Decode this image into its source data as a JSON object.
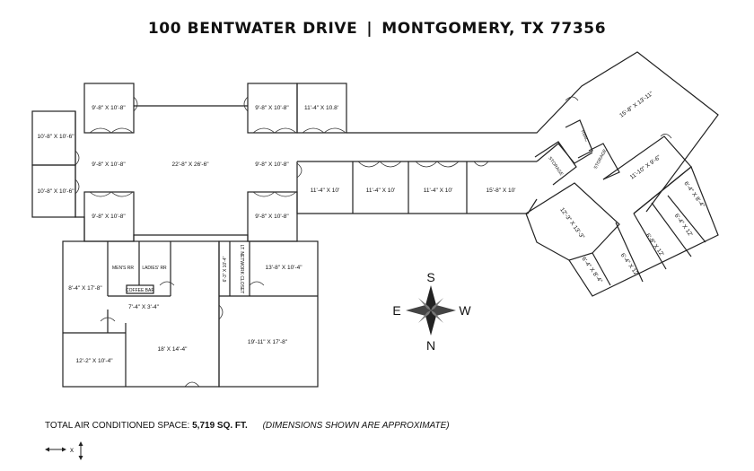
{
  "header": {
    "address": "100 BENTWATER DRIVE",
    "separator": "|",
    "city": "MONTGOMERY, TX 77356"
  },
  "rooms": {
    "r_top1": "9'-8\" X 10'-8\"",
    "r_left1": "10'-8\" X 10'-6\"",
    "r_left2": "10'-8\" X 10'-6\"",
    "r_mid1": "9'-8\" X 10'-8\"",
    "r_bot1": "9'-8\" X 10'-8\"",
    "r_central": "22'-8\" X 26'-6\"",
    "r_top2": "9'-8\" X 10'-8\"",
    "r_top3": "11'-4\" X 10.8'",
    "r_mid2": "9'-8\" X 10'-8\"",
    "r_bot2": "9'-8\" X 10'-8\"",
    "r_corr1": "11'-4\" X 10'",
    "r_corr2": "11'-4\" X 10'",
    "r_corr3": "11'-4\" X 10'",
    "r_corr4": "15'-8\" X 10'",
    "mens": "MEN'S RR",
    "ladies": "LADIES' RR",
    "coffee": "COFFEE BAR",
    "r_left_big": "8'-4\" X 17'-8\"",
    "r_hall": "7'-4\" X 3'-4\"",
    "r_bl": "12'-2\" X 10'-4\"",
    "r_bc": "18' X 14'-4\"",
    "r_narrow": "6'-3\" X 10'-4\"",
    "r_network": "LT. NETWORK CLOSET",
    "r_right1": "13'-8\" X 10'-4\"",
    "r_right_big": "19'-11\" X 17'-8\"",
    "w_big": "15'-8\" X 13'-11\"",
    "w_hvac": "HVAC",
    "w_storage1": "STORAGE",
    "w_storage2": "STORAGE",
    "w_mid": "11'-10\" X 9'-6\"",
    "w_r1": "6'-4\" X 8'-4\"",
    "w_r2": "6'-4\" X 12'",
    "w_r3": "6'-8\" X 12'",
    "w_r4": "6'-4\" X 12'",
    "w_r5": "6'-4\" X 8'-4\"",
    "w_lower": "12'-3\" X 13'-3\""
  },
  "compass": {
    "north": "N",
    "south": "S",
    "east": "E",
    "west": "W"
  },
  "footer": {
    "label": "TOTAL AIR CONDITIONED SPACE:",
    "value": "5,719 SQ. FT.",
    "note": "(DIMENSIONS SHOWN ARE APPROXIMATE)"
  },
  "legend": {
    "x_label": "x"
  }
}
